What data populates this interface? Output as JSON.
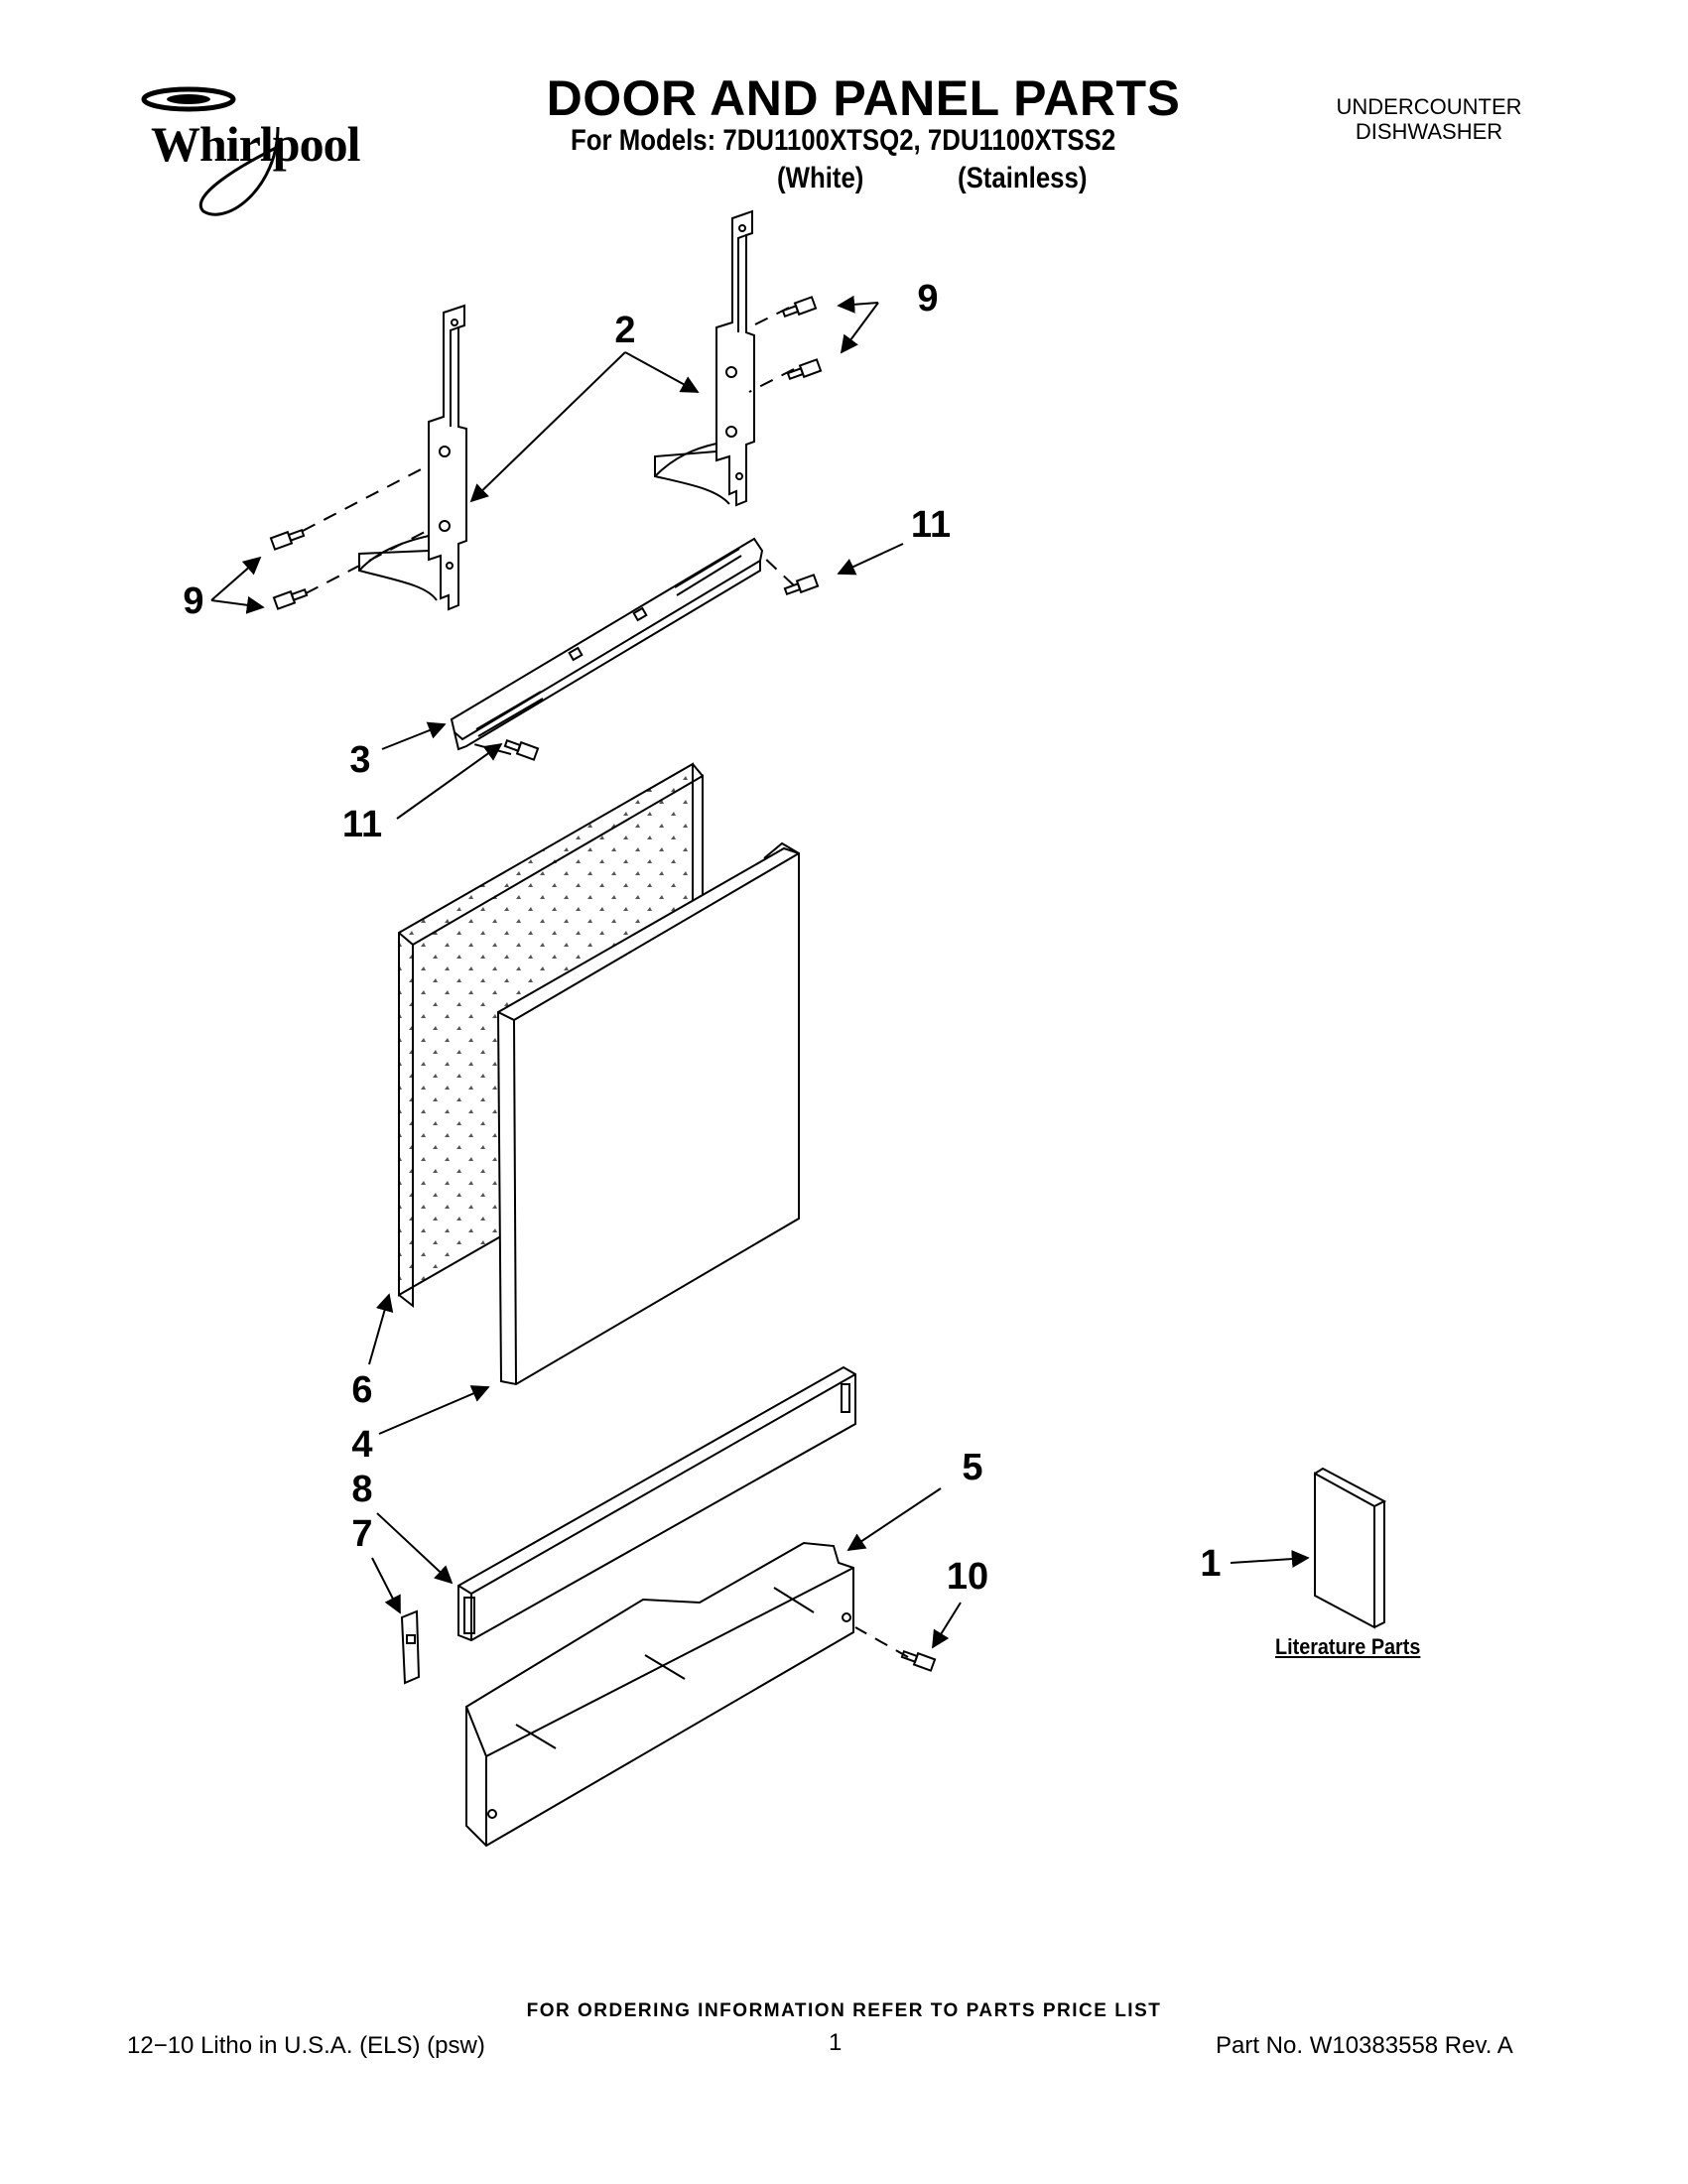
{
  "header": {
    "brand": "Whirlpool",
    "title": "DOOR AND PANEL PARTS",
    "models": "For Models: 7DU1100XTSQ2, 7DU1100XTSS2",
    "variant_white": "(White)",
    "variant_stainless": "(Stainless)",
    "product_type_line1": "UNDERCOUNTER",
    "product_type_line2": "DISHWASHER"
  },
  "callouts": {
    "c1": "1",
    "c2": "2",
    "c3": "3",
    "c4": "4",
    "c5": "5",
    "c6": "6",
    "c7": "7",
    "c8": "8",
    "c9": "9",
    "c10": "10",
    "c11": "11"
  },
  "literature_label": "Literature Parts",
  "footer": {
    "notice": "FOR ORDERING INFORMATION REFER TO PARTS PRICE LIST",
    "litho": "12−10 Litho in U.S.A. (ELS) (psw)",
    "page": "1",
    "part_no": "Part No. W10383558 Rev. A"
  },
  "colors": {
    "ink": "#000000",
    "paper": "#ffffff"
  }
}
